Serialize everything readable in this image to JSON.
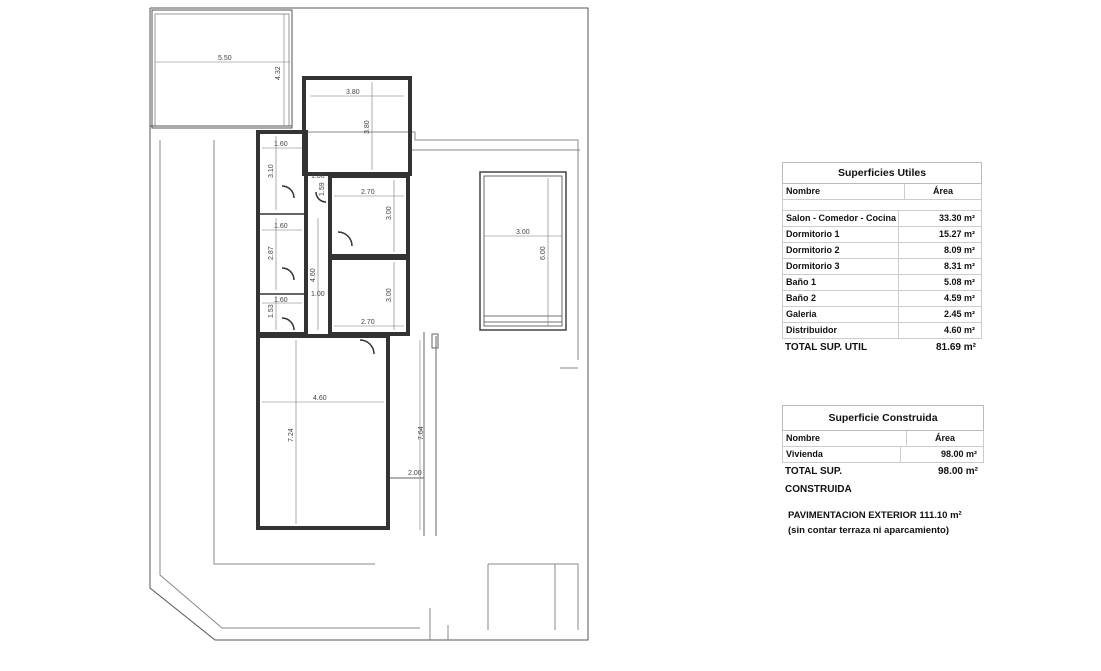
{
  "floor_plan": {
    "dimensions": [
      "5.50",
      "4.32",
      "3.80",
      "3.80",
      "1.60",
      "3.10",
      "1.00",
      "1.59",
      "2.70",
      "3.00",
      "1.60",
      "2.87",
      "4.60",
      "1.00",
      "3.00",
      "1.60",
      "1.53",
      "2.70",
      "4.60",
      "7.24",
      "7.64",
      "2.00",
      "3.00",
      "6.00"
    ]
  },
  "superficies_utiles": {
    "title": "Superficies Utiles",
    "header": {
      "name": "Nombre",
      "area": "Área"
    },
    "rows": [
      {
        "name": "Salon - Comedor - Cocina",
        "area": "33.30 m²"
      },
      {
        "name": "Dormitorio 1",
        "area": "15.27 m²"
      },
      {
        "name": "Dormitorio 2",
        "area": "8.09 m²"
      },
      {
        "name": "Dormitorio 3",
        "area": "8.31 m²"
      },
      {
        "name": "Baño 1",
        "area": "5.08 m²"
      },
      {
        "name": "Baño 2",
        "area": "4.59 m²"
      },
      {
        "name": "Galeria",
        "area": "2.45 m²"
      },
      {
        "name": "Distribuidor",
        "area": "4.60 m²"
      }
    ],
    "total_label": "TOTAL SUP. UTIL",
    "total_value": "81.69 m²"
  },
  "superficie_construida": {
    "title": "Superficie Construida",
    "header": {
      "name": "Nombre",
      "area": "Área"
    },
    "rows": [
      {
        "name": "Vivienda",
        "area": "98.00 m²"
      }
    ],
    "total_label": "TOTAL SUP. CONSTRUIDA",
    "total_value": "98.00 m²"
  },
  "pavimentacion": {
    "line1": "PAVIMENTACION EXTERIOR 111.10 m²",
    "line2": "(sin contar terraza ni aparcamiento)"
  }
}
